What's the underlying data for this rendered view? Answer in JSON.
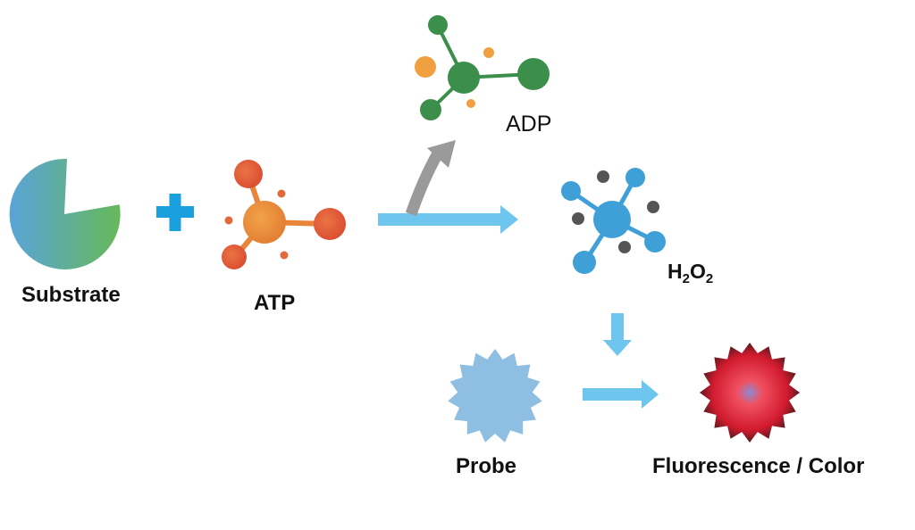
{
  "labels": {
    "substrate": "Substrate",
    "atp": "ATP",
    "adp": "ADP",
    "h2o2_main": "H",
    "h2o2_sub1": "2",
    "h2o2_mid": "O",
    "h2o2_sub2": "2",
    "probe": "Probe",
    "output": "Fluorescence / Color"
  },
  "colors": {
    "plus": "#1aa0dc",
    "arrow_blue": "#6ec6ee",
    "arrow_gray": "#9a9a9a",
    "atp_orange": "#e8853a",
    "atp_red": "#e05a3c",
    "adp_green": "#3b8f4a",
    "adp_orange": "#f0a040",
    "h2o2_blue": "#3fa0d8",
    "h2o2_gray": "#555555",
    "probe_blue": "#8ebfe2",
    "product_red": "#e01e35"
  },
  "icons": {
    "substrate": "pacman-shape",
    "plus": "plus-icon",
    "atp": "molecule-icon",
    "adp": "molecule-icon",
    "h2o2": "molecule-icon",
    "probe": "spiky-circle",
    "product": "glowing-spiky-circle"
  }
}
